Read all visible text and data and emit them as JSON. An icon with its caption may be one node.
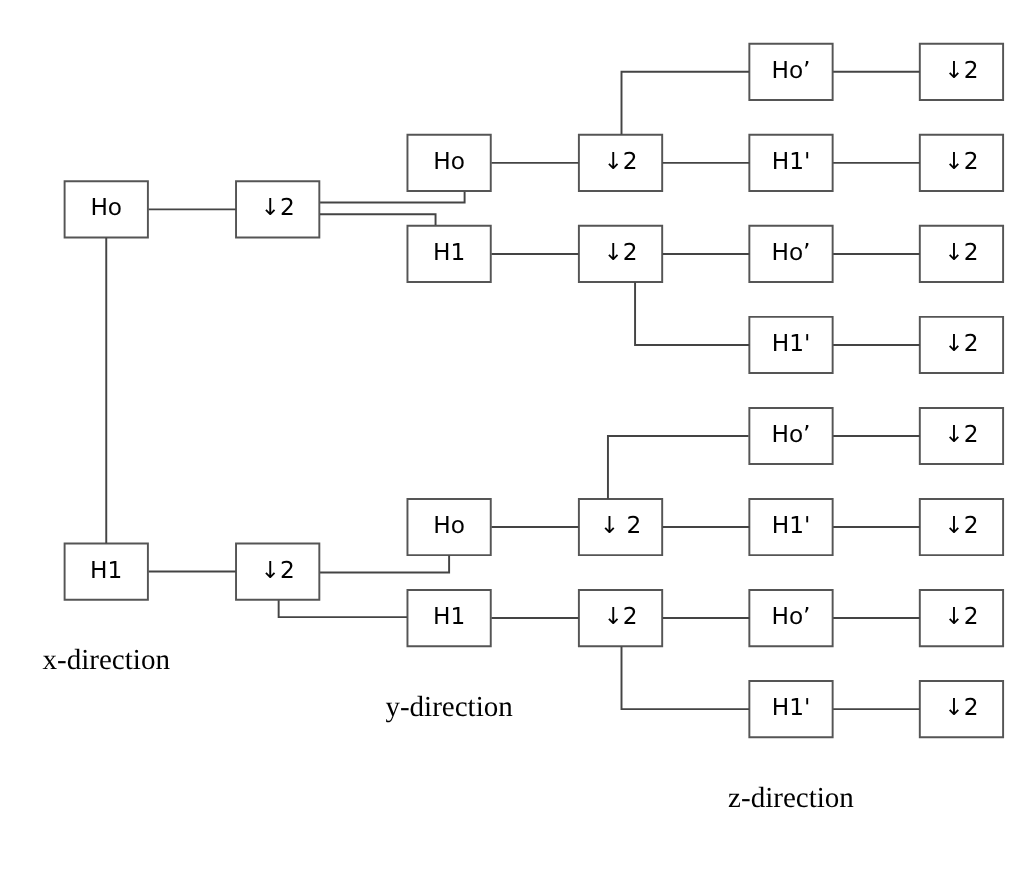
{
  "diagram": {
    "nodes": [
      {
        "text": [
          "Ho"
        ]
      },
      {
        "text": [
          "↓2"
        ]
      },
      {
        "text": [
          "H1"
        ]
      },
      {
        "text": [
          "↓2"
        ]
      },
      {
        "text": [
          "Ho"
        ]
      },
      {
        "text": [
          "↓2"
        ]
      },
      {
        "text": [
          "H1"
        ]
      },
      {
        "text": [
          "↓2"
        ]
      },
      {
        "text": [
          "Ho"
        ]
      },
      {
        "text": [
          "↓ 2"
        ]
      },
      {
        "text": [
          "H1"
        ]
      },
      {
        "text": [
          "↓2"
        ]
      },
      {
        "text": [
          "Ho’"
        ]
      },
      {
        "text": [
          "↓2"
        ]
      },
      {
        "text": [
          "H1'"
        ]
      },
      {
        "text": [
          "↓2"
        ]
      },
      {
        "text": [
          "Ho’"
        ]
      },
      {
        "text": [
          "↓2"
        ]
      },
      {
        "text": [
          "H1'"
        ]
      },
      {
        "text": [
          "↓2"
        ]
      },
      {
        "text": [
          "Ho’"
        ]
      },
      {
        "text": [
          "↓2"
        ]
      },
      {
        "text": [
          "H1'"
        ]
      },
      {
        "text": [
          "↓2"
        ]
      },
      {
        "text": [
          "Ho’"
        ]
      },
      {
        "text": [
          "↓2"
        ]
      },
      {
        "text": [
          "H1'"
        ]
      },
      {
        "text": [
          "↓2"
        ]
      }
    ],
    "edges": [
      {
        "from": 0,
        "to": 2,
        "arrow": "none"
      },
      {
        "from": 0,
        "to": 1,
        "arrow": "none"
      },
      {
        "from": 2,
        "to": 3,
        "arrow": "none"
      },
      {
        "from": 1,
        "to": 4,
        "arrow": "none"
      },
      {
        "from": 1,
        "to": 6,
        "arrow": "none"
      },
      {
        "from": 4,
        "to": 5,
        "arrow": "none"
      },
      {
        "from": 6,
        "to": 7,
        "arrow": "none"
      },
      {
        "from": 3,
        "to": 8,
        "arrow": "none"
      },
      {
        "from": 3,
        "to": 10,
        "arrow": "none"
      },
      {
        "from": 8,
        "to": 9,
        "arrow": "none"
      },
      {
        "from": 10,
        "to": 11,
        "arrow": "none"
      },
      {
        "from": 5,
        "to": 12,
        "arrow": "none"
      },
      {
        "from": 5,
        "to": 14,
        "arrow": "none"
      },
      {
        "from": 12,
        "to": 13,
        "arrow": "none"
      },
      {
        "from": 14,
        "to": 15,
        "arrow": "none"
      },
      {
        "from": 7,
        "to": 16,
        "arrow": "none"
      },
      {
        "from": 7,
        "to": 18,
        "arrow": "none"
      },
      {
        "from": 16,
        "to": 17,
        "arrow": "none"
      },
      {
        "from": 18,
        "to": 19,
        "arrow": "none"
      },
      {
        "from": 9,
        "to": 20,
        "arrow": "none"
      },
      {
        "from": 9,
        "to": 22,
        "arrow": "none"
      },
      {
        "from": 20,
        "to": 21,
        "arrow": "none"
      },
      {
        "from": 22,
        "to": 23,
        "arrow": "none"
      },
      {
        "from": 11,
        "to": 24,
        "arrow": "none"
      },
      {
        "from": 11,
        "to": 26,
        "arrow": "none"
      },
      {
        "from": 24,
        "to": 25,
        "arrow": "none"
      },
      {
        "from": 26,
        "to": 27,
        "arrow": "none"
      }
    ],
    "labels": [
      "x-direction",
      "y-direction",
      "z-direction"
    ]
  }
}
